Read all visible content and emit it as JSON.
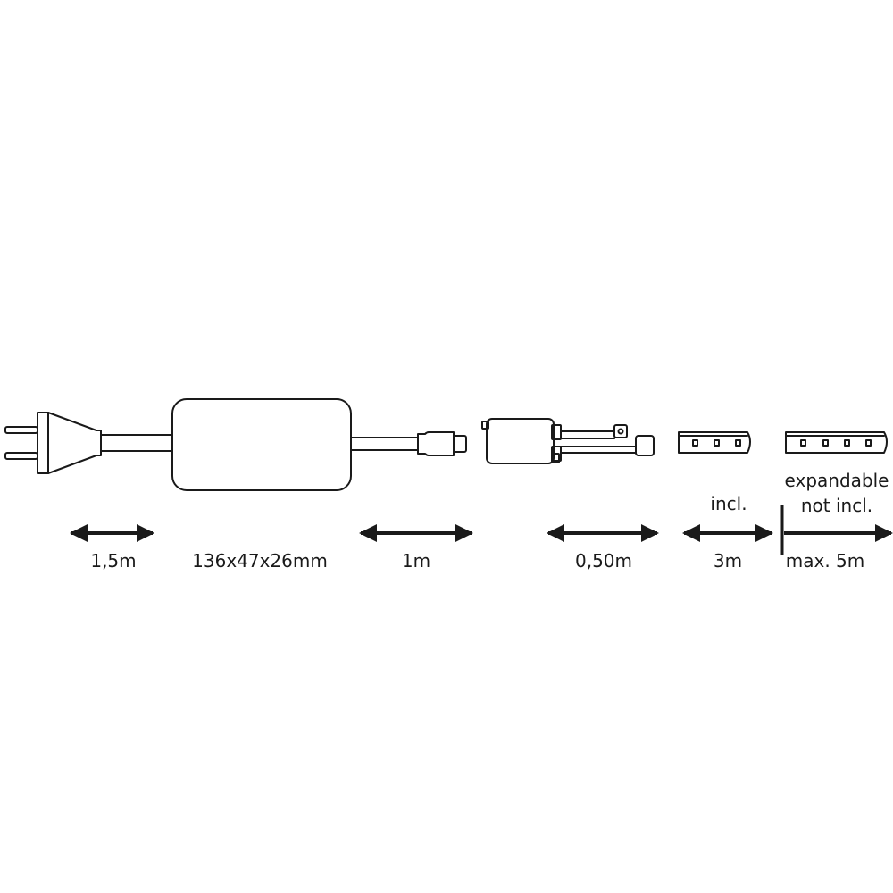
{
  "labels": {
    "plug_cable": "1,5m",
    "driver_size": "136x47x26mm",
    "output_cable": "1m",
    "controller_cable": "0,50m",
    "strip_length": "3m",
    "included": "incl.",
    "expandable": "expandable",
    "not_included": "not incl.",
    "max_length": "max. 5m"
  },
  "colors": {
    "line": "#1a1a1a",
    "text": "#1a1a1a",
    "background": "#ffffff"
  }
}
